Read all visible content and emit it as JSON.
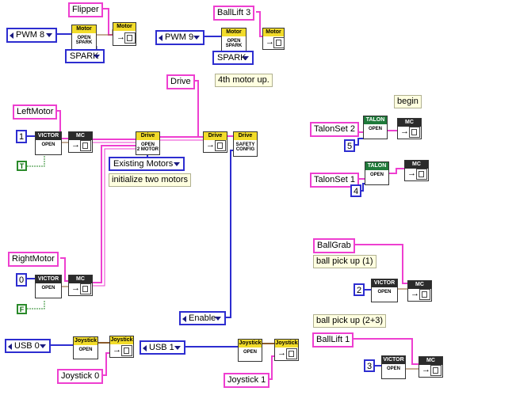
{
  "labels": {
    "flipper": "Flipper",
    "balllift3": "BallLift 3",
    "drive": "Drive",
    "leftmotor": "LeftMotor",
    "rightmotor": "RightMotor",
    "talonset2": "TalonSet 2",
    "talonset1": "TalonSet 1",
    "ballgrab": "BallGrab",
    "balllift1": "BallLift 1",
    "joystick0": "Joystick 0",
    "joystick1": "Joystick 1"
  },
  "rings": {
    "pwm8": "PWM 8",
    "pwm9": "PWM 9",
    "spark_a": "SPARK",
    "spark_b": "SPARK",
    "existing_motors": "Existing Motors",
    "enable": "Enable",
    "usb0": "USB 0",
    "usb1": "USB 1"
  },
  "constants": {
    "left_pwm": "1",
    "right_pwm": "0",
    "talon2_num": "5",
    "talon1_num": "4",
    "ballgrab_num": "2",
    "balllift1_num": "3",
    "left_bool": "T",
    "right_bool": "F"
  },
  "comments": {
    "fourth_motor": "4th motor up.",
    "begin": "begin",
    "init_two": "initialize two motors",
    "ball_pick_1": "ball pick up (1)",
    "ball_pick_23": "ball pick up (2+3)"
  },
  "vis": {
    "motor_open_hdr": "Motor",
    "motor_open_body": "OPEN\nSPARK",
    "motor_hdr": "Motor",
    "victor_hdr": "VICTOR",
    "open_body": "OPEN",
    "mc_hdr": "MC",
    "drive_hdr": "Drive",
    "drive_open_body": "OPEN\n2 MOTOR",
    "drive_safety_body": "SAFETY\nCONFIG",
    "talon_hdr": "TALON",
    "joystick_hdr": "Joystick"
  },
  "colors": {
    "wire_pink": "#ee3fd0",
    "wire_blue": "#2d2dd0",
    "wire_green": "#2a8a2a",
    "wire_brown": "#8a5a2a",
    "motor_yellow": "#f2dc2a",
    "header_dark": "#2b2b2b",
    "talon_green": "#1f7a3a"
  }
}
